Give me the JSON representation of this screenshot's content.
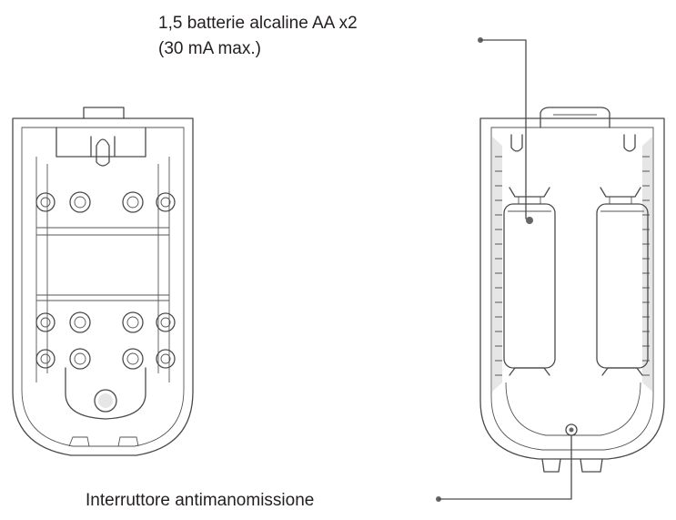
{
  "labels": {
    "battery_line1": "1,5 batterie alcaline AA x2",
    "battery_line2": "(30 mA max.)",
    "tamper_switch": "Interruttore antimanomissione"
  },
  "colors": {
    "line": "#4a4a4a",
    "text": "#231f20",
    "shade": "#e6e6e6"
  }
}
